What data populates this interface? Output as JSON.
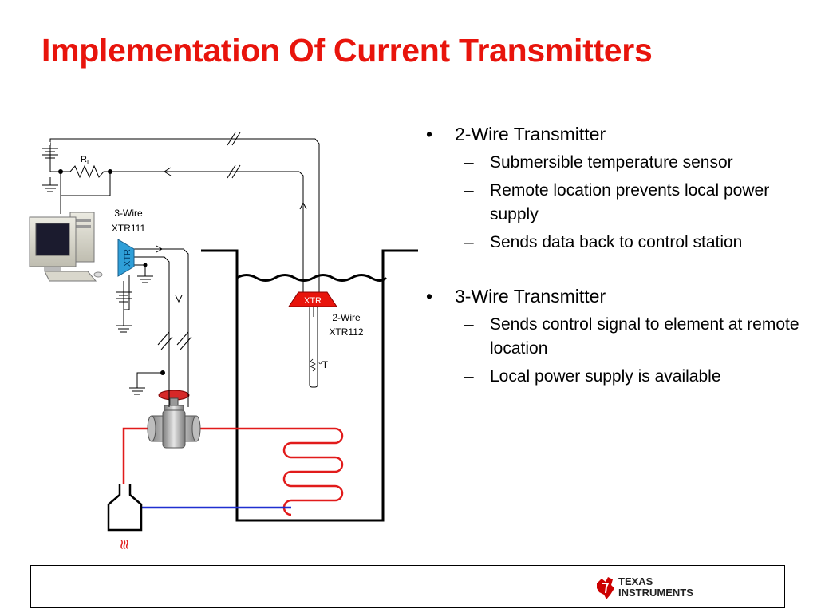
{
  "slide": {
    "title": "Implementation Of Current Transmitters",
    "title_color": "#e8140c"
  },
  "bullets": [
    {
      "text": "2-Wire Transmitter",
      "subs": [
        "Submersible temperature sensor",
        "Remote location prevents local power supply",
        "Sends data back to control station"
      ]
    },
    {
      "text": "3-Wire Transmitter",
      "subs": [
        "Sends control signal to element at remote location",
        "Local power supply is available"
      ]
    }
  ],
  "bullet_symbol": "•",
  "dash_symbol": "–",
  "diagram": {
    "resistor_label": "R",
    "resistor_subscript": "L",
    "three_wire_line1": "3-Wire",
    "three_wire_line2": "XTR111",
    "two_wire_line1": "2-Wire",
    "two_wire_line2": "XTR112",
    "xtr_label": "XTR",
    "temp_label": "°T",
    "plus_sign": "+",
    "heat_glyph": "≋",
    "colors": {
      "hot_pipe": "#e11b1b",
      "cold_pipe": "#1f2fd0",
      "transmitter": "#e8140c",
      "transmitter_3wire": "#2f9fd8"
    }
  },
  "footer": {
    "logo_line1": "Texas",
    "logo_line2": "Instruments",
    "logo_color": "#cc0000"
  }
}
